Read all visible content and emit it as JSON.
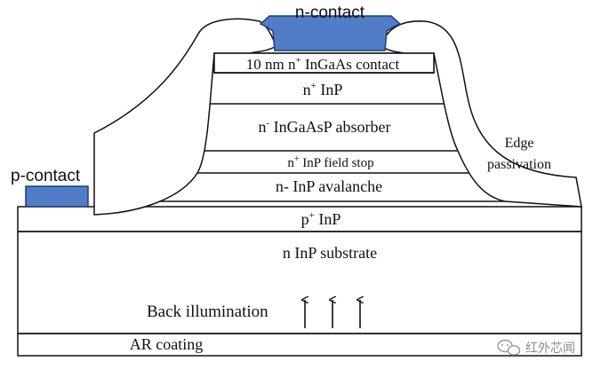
{
  "colors": {
    "contact_fill": "#4f7ec6",
    "contact_stroke": "#1f3f73",
    "line": "#111111",
    "background": "#ffffff"
  },
  "labels": {
    "n_contact": "n-contact",
    "p_contact": "p-contact",
    "ingaas_contact": {
      "base": "10 nm n",
      "sup": "+",
      "rest": " InGaAs contact"
    },
    "n_plus_inp": {
      "base": "n",
      "sup": "+",
      "rest": " InP"
    },
    "absorber": {
      "base": "n",
      "sup": "-",
      "rest": " InGaAsP absorber"
    },
    "field_stop": {
      "base": "n",
      "sup": "+",
      "rest": " InP field stop"
    },
    "avalanche": "n- InP avalanche",
    "p_plus_inp": {
      "base": "p",
      "sup": "+",
      "rest": " InP"
    },
    "substrate": "n InP substrate",
    "back_illumination": "Back illumination",
    "edge_passivation_line1": "Edge",
    "edge_passivation_line2": "passivation",
    "ar_coating": "AR coating",
    "watermark": "红外芯闻",
    "watermark_icon": "wechat-logo"
  }
}
